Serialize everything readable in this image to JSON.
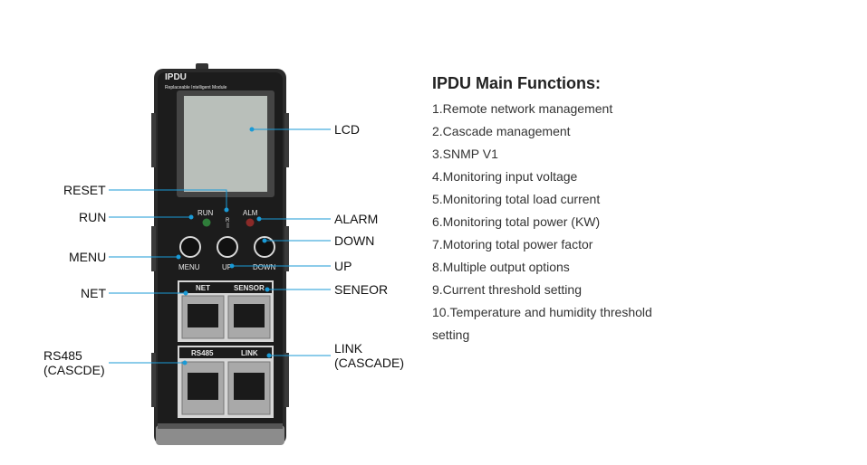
{
  "device": {
    "brand": "IPDU",
    "subtitle": "Replaceable Intelligent Module",
    "labels": {
      "run": "RUN",
      "alm": "ALM",
      "reset": "R",
      "menu": "MENU",
      "up": "UP",
      "down": "DOWN",
      "net": "NET",
      "sensor": "SENSOR",
      "rs485": "RS485",
      "link": "LINK"
    }
  },
  "callouts": {
    "lcd": "LCD",
    "reset": "RESET",
    "run": "RUN",
    "alarm": "ALARM",
    "down": "DOWN",
    "menu": "MENU",
    "up": "UP",
    "net": "NET",
    "seneor": "SENEOR",
    "rs485": [
      "RS485",
      "(CASCDE)"
    ],
    "link": [
      "LINK",
      "(CASCADE)"
    ]
  },
  "functions": {
    "title": "IPDU Main Functions:",
    "items": [
      "1.Remote network management",
      "2.Cascade management",
      "3.SNMP V1",
      "4.Monitoring input voltage",
      "5.Monitoring total load current",
      "6.Monitoring total power (KW)",
      "7.Motoring total power factor",
      "8.Multiple output options",
      "9.Current threshold setting",
      "10.Temperature and humidity threshold",
      "setting"
    ]
  },
  "colors": {
    "leader": "#1a9ad6",
    "body": "#2a2a2a",
    "lcd": "#b9bfba",
    "led_run": "#2f7d3a",
    "led_alm": "#8a2a28"
  }
}
